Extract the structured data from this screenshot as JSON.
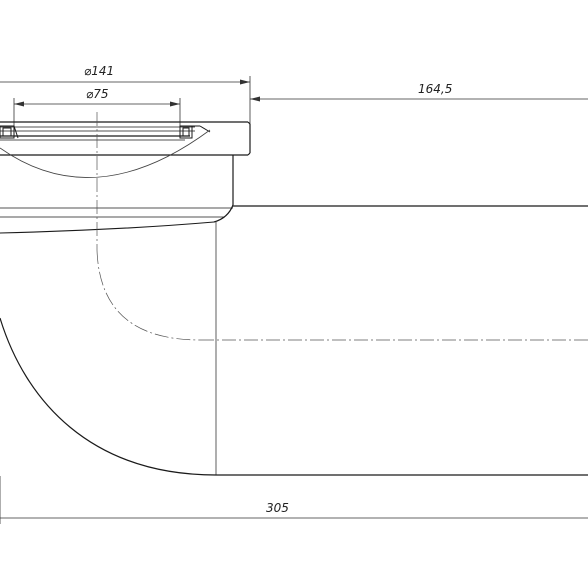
{
  "drawing": {
    "dimensions": {
      "flange_diameter": "⌀141",
      "inner_diameter": "⌀75",
      "offset": "164,5",
      "overall_length": "305"
    },
    "colors": {
      "line": "#1a1a1a",
      "thin_line": "#333333",
      "background": "#ffffff"
    }
  }
}
